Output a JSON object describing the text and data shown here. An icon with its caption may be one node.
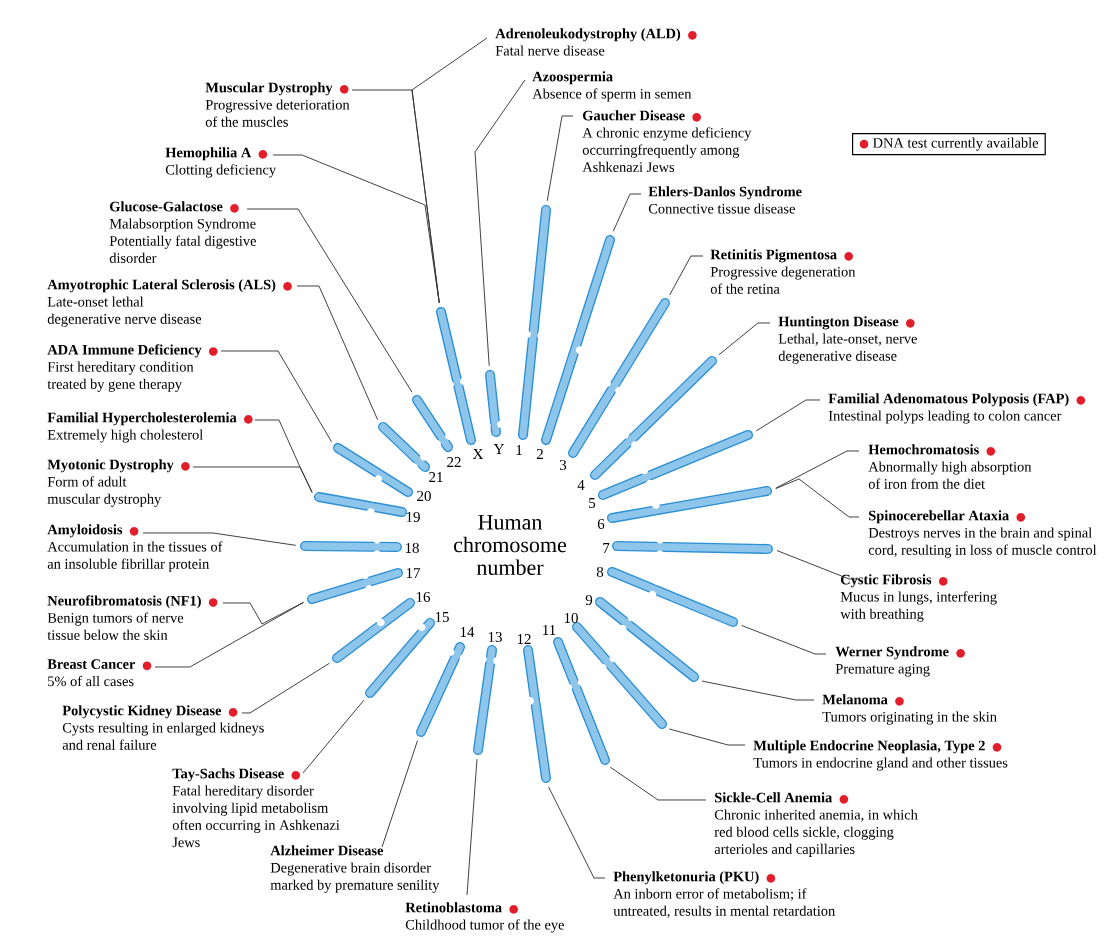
{
  "diagram": {
    "nodes": [
      {
        "text": [
          "Adrenoleukodystrophy (ALD)",
          "Fatal nerve disease"
        ],
        "beside": [
          "●"
        ]
      },
      {
        "text": [
          "Muscular Dystrophy",
          "Progressive deterioration of the muscles"
        ],
        "beside": [
          "●"
        ]
      },
      {
        "text": [
          "Hemophilia A",
          "Clotting deficiency"
        ],
        "beside": [
          "●"
        ]
      },
      {
        "text": [
          "Azoospermia",
          "Absence of sperm in semen"
        ]
      },
      {
        "text": [
          "Gaucher Disease",
          "A chronic enzyme deficiency occurringfrequently among Ashkenazi Jews"
        ],
        "beside": [
          "●"
        ]
      },
      {
        "text": [
          "Ehlers-Danlos Syndrome",
          "Connective tissue disease"
        ]
      },
      {
        "text": [
          "Retinitis Pigmentosa",
          "Progressive degeneration of the retina"
        ],
        "beside": [
          "●"
        ]
      },
      {
        "text": [
          "Huntington Disease",
          "Lethal, late-onset, nerve degenerative disease"
        ],
        "beside": [
          "●"
        ]
      },
      {
        "text": [
          "Familial Adenomatous Polyposis (FAP)",
          "Intestinal polyps leading to colon cancer"
        ],
        "beside": [
          "●"
        ]
      },
      {
        "text": [
          "Hemochromatosis",
          "Abnormally high absorption of iron from the diet"
        ],
        "beside": [
          "●"
        ]
      },
      {
        "text": [
          "Spinocerebellar Ataxia",
          "Destroys nerves in the brain and spinal cord, resulting in loss of muscle control"
        ],
        "beside": [
          "●"
        ]
      },
      {
        "text": [
          "Cystic Fibrosis",
          "Mucus in lungs, interfering with breathing"
        ],
        "beside": [
          "●"
        ]
      },
      {
        "text": [
          "Werner Syndrome",
          "Premature aging"
        ],
        "beside": [
          "●"
        ]
      },
      {
        "text": [
          "Melanoma",
          "Tumors originating in the skin"
        ],
        "beside": [
          "●"
        ]
      },
      {
        "text": [
          "Multiple Endocrine Neoplasia, Type 2",
          "Tumors in endocrine gland and other tissues"
        ],
        "beside": [
          "●"
        ]
      },
      {
        "text": [
          "Sickle-Cell Anemia",
          "Chronic inherited anemia, in which red blood cells sickle, clogging arterioles and capillaries"
        ],
        "beside": [
          "●"
        ]
      },
      {
        "text": [
          "Phenylketonuria (PKU)",
          "An inborn error of metabolism; if untreated, results in mental retardation"
        ],
        "beside": [
          "●"
        ]
      },
      {
        "text": [
          "Retinoblastoma",
          "Childhood tumor of the eye"
        ],
        "beside": [
          "●"
        ]
      },
      {
        "text": [
          "Alzheimer Disease",
          "Degenerative brain disorder marked by premature senility"
        ]
      },
      {
        "text": [
          "Tay-Sachs Disease",
          "Fatal hereditary disorder involving lipid metabolism often occurring in Ashkenazi Jews"
        ],
        "beside": [
          "●"
        ]
      },
      {
        "text": [
          "Polycystic Kidney Disease",
          "Cysts resulting in enlarged kidneys and renal failure"
        ],
        "beside": [
          "●"
        ]
      },
      {
        "text": [
          "Breast Cancer",
          "5% of all cases"
        ],
        "beside": [
          "●"
        ]
      },
      {
        "text": [
          "Neurofibromatosis (NF1)",
          "Benign tumors of nerve tissue below the skin"
        ],
        "beside": [
          "●"
        ]
      },
      {
        "text": [
          "Amyloidosis",
          "Accumulation in the tissues of an insoluble fibrillar protein"
        ],
        "beside": [
          "●"
        ]
      },
      {
        "text": [
          "Myotonic Dystrophy",
          "Form of adult muscular dystrophy"
        ],
        "beside": [
          "●"
        ]
      },
      {
        "text": [
          "Familial Hypercholesterolemia",
          "Extremely high cholesterol"
        ],
        "beside": [
          "●"
        ]
      },
      {
        "text": [
          "ADA Immune Deficiency",
          "First hereditary condition treated by gene therapy"
        ],
        "beside": [
          "●"
        ]
      },
      {
        "text": [
          "Amyotrophic Lateral Sclerosis (ALS)",
          "Late-onset lethal degenerative nerve disease"
        ],
        "beside": [
          "●"
        ]
      },
      {
        "text": [
          "Glucose-Galactose",
          "Malabsorption Syndrome",
          "Potentially fatal digestive disorder"
        ],
        "beside": [
          "●"
        ]
      },
      {
        "text": [],
        "shape": "bar",
        "beside": [
          "1"
        ]
      },
      {
        "text": [],
        "shape": "bar",
        "beside": [
          "2"
        ]
      },
      {
        "text": [],
        "shape": "bar",
        "beside": [
          "3"
        ]
      },
      {
        "text": [],
        "shape": "bar",
        "beside": [
          "4"
        ]
      },
      {
        "text": [],
        "shape": "bar",
        "beside": [
          "5"
        ]
      },
      {
        "text": [],
        "shape": "bar",
        "beside": [
          "6"
        ]
      },
      {
        "text": [],
        "shape": "bar",
        "beside": [
          "7"
        ]
      },
      {
        "text": [],
        "shape": "bar",
        "beside": [
          "8"
        ]
      },
      {
        "text": [],
        "shape": "bar",
        "beside": [
          "9"
        ]
      },
      {
        "text": [],
        "shape": "bar",
        "beside": [
          "10"
        ]
      },
      {
        "text": [],
        "shape": "bar",
        "beside": [
          "11"
        ]
      },
      {
        "text": [],
        "shape": "bar",
        "beside": [
          "12"
        ]
      },
      {
        "text": [],
        "shape": "bar",
        "beside": [
          "13"
        ]
      },
      {
        "text": [],
        "shape": "bar",
        "beside": [
          "14"
        ]
      },
      {
        "text": [],
        "shape": "bar",
        "beside": [
          "15"
        ]
      },
      {
        "text": [],
        "shape": "bar",
        "beside": [
          "16"
        ]
      },
      {
        "text": [],
        "shape": "bar",
        "beside": [
          "17"
        ]
      },
      {
        "text": [],
        "shape": "bar",
        "beside": [
          "18"
        ]
      },
      {
        "text": [],
        "shape": "bar",
        "beside": [
          "19"
        ]
      },
      {
        "text": [],
        "shape": "bar",
        "beside": [
          "20"
        ]
      },
      {
        "text": [],
        "shape": "bar",
        "beside": [
          "21"
        ]
      },
      {
        "text": [],
        "shape": "bar",
        "beside": [
          "22"
        ]
      },
      {
        "text": [],
        "shape": "bar",
        "beside": [
          "X"
        ]
      },
      {
        "text": [],
        "shape": "bar",
        "beside": [
          "Y"
        ]
      }
    ],
    "edges": [
      {
        "from": 0,
        "to": 51,
        "arrow": "none"
      },
      {
        "from": 1,
        "to": 51,
        "arrow": "none"
      },
      {
        "from": 2,
        "to": 51,
        "arrow": "none"
      },
      {
        "from": 3,
        "to": 52,
        "arrow": "none"
      },
      {
        "from": 4,
        "to": 29,
        "arrow": "none"
      },
      {
        "from": 5,
        "to": 30,
        "arrow": "none"
      },
      {
        "from": 6,
        "to": 31,
        "arrow": "none"
      },
      {
        "from": 7,
        "to": 32,
        "arrow": "none"
      },
      {
        "from": 8,
        "to": 33,
        "arrow": "none"
      },
      {
        "from": 9,
        "to": 34,
        "arrow": "none"
      },
      {
        "from": 10,
        "to": 34,
        "arrow": "none"
      },
      {
        "from": 11,
        "to": 35,
        "arrow": "none"
      },
      {
        "from": 12,
        "to": 36,
        "arrow": "none"
      },
      {
        "from": 13,
        "to": 37,
        "arrow": "none"
      },
      {
        "from": 14,
        "to": 38,
        "arrow": "none"
      },
      {
        "from": 15,
        "to": 39,
        "arrow": "none"
      },
      {
        "from": 16,
        "to": 40,
        "arrow": "none"
      },
      {
        "from": 17,
        "to": 41,
        "arrow": "none"
      },
      {
        "from": 18,
        "to": 42,
        "arrow": "none"
      },
      {
        "from": 19,
        "to": 43,
        "arrow": "none"
      },
      {
        "from": 20,
        "to": 44,
        "arrow": "none"
      },
      {
        "from": 21,
        "to": 45,
        "arrow": "none"
      },
      {
        "from": 22,
        "to": 45,
        "arrow": "none"
      },
      {
        "from": 23,
        "to": 46,
        "arrow": "none"
      },
      {
        "from": 24,
        "to": 47,
        "arrow": "none"
      },
      {
        "from": 25,
        "to": 47,
        "arrow": "none"
      },
      {
        "from": 26,
        "to": 48,
        "arrow": "none"
      },
      {
        "from": 27,
        "to": 49,
        "arrow": "none"
      },
      {
        "from": 28,
        "to": 50,
        "arrow": "none"
      }
    ],
    "labels": [
      "Human chromosome number"
    ],
    "legend": [
      {
        "text": "DNA test currently available",
        "color": "#e31e2b"
      }
    ]
  }
}
